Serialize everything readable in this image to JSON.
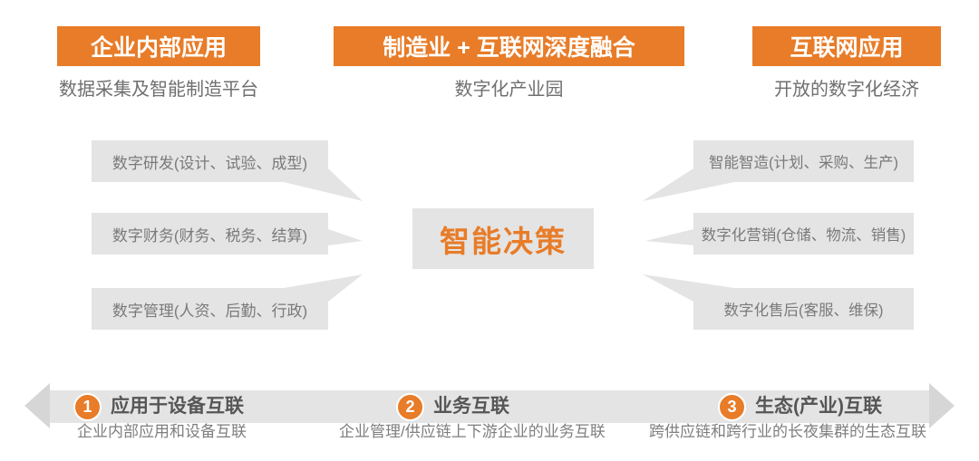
{
  "colors": {
    "accent_orange": "#E87C28",
    "bubble_gray": "#E4E4E4",
    "band_gray": "#E4E4E4",
    "arrowhead_gray": "#D6D6D6",
    "header_text": "#FFFFFF",
    "body_text_gray": "#7A7A7A",
    "stage_title_gray": "#565656"
  },
  "columns": {
    "left": {
      "header": "企业内部应用",
      "subtitle": "数据采集及智能制造平台",
      "bubbles": [
        "数字研发(设计、试验、成型)",
        "数字财务(财务、税务、结算)",
        "数字管理(人资、后勤、行政)"
      ]
    },
    "center": {
      "header": "制造业 + 互联网深度融合",
      "subtitle": "数字化产业园",
      "core": "智能决策"
    },
    "right": {
      "header": "互联网应用",
      "subtitle": "开放的数字化经济",
      "bubbles": [
        "智能智造(计划、采购、生产)",
        "数字化营销(仓储、物流、销售)",
        "数字化售后(客服、维保)"
      ]
    }
  },
  "timeline": {
    "stages": [
      {
        "number": "1",
        "title": "应用于设备互联",
        "subtitle": "企业内部应用和设备互联"
      },
      {
        "number": "2",
        "title": "业务互联",
        "subtitle": "企业管理/供应链上下游企业的业务互联"
      },
      {
        "number": "3",
        "title": "生态(产业)互联",
        "subtitle": "跨供应链和跨行业的长夜集群的生态互联"
      }
    ]
  }
}
